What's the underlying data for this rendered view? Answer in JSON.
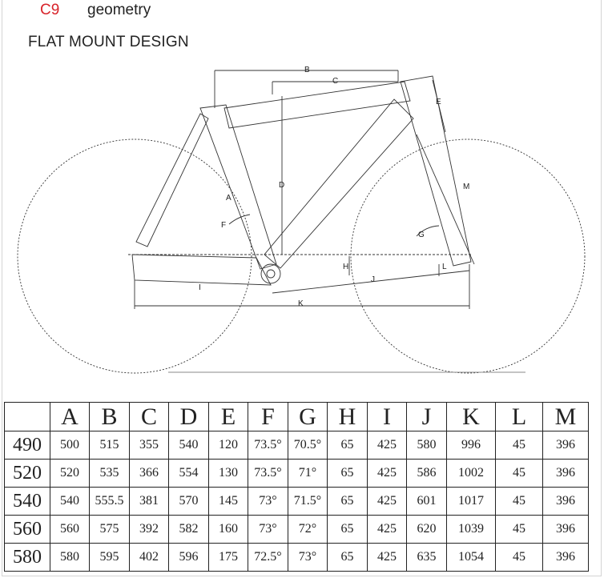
{
  "header": {
    "model": "C9",
    "title": "geometry",
    "subtitle": "FLAT MOUNT DESIGN"
  },
  "diagram": {
    "labels": [
      "A",
      "B",
      "C",
      "D",
      "E",
      "F",
      "G",
      "H",
      "I",
      "J",
      "K",
      "L",
      "M"
    ]
  },
  "table": {
    "columns": [
      "",
      "A",
      "B",
      "C",
      "D",
      "E",
      "F",
      "G",
      "H",
      "I",
      "J",
      "K",
      "L",
      "M"
    ],
    "rows": [
      [
        "490",
        "500",
        "515",
        "355",
        "540",
        "120",
        "73.5°",
        "70.5°",
        "65",
        "425",
        "580",
        "996",
        "45",
        "396"
      ],
      [
        "520",
        "520",
        "535",
        "366",
        "554",
        "130",
        "73.5°",
        "71°",
        "65",
        "425",
        "586",
        "1002",
        "45",
        "396"
      ],
      [
        "540",
        "540",
        "555.5",
        "381",
        "570",
        "145",
        "73°",
        "71.5°",
        "65",
        "425",
        "601",
        "1017",
        "45",
        "396"
      ],
      [
        "560",
        "560",
        "575",
        "392",
        "582",
        "160",
        "73°",
        "72°",
        "65",
        "425",
        "620",
        "1039",
        "45",
        "396"
      ],
      [
        "580",
        "580",
        "595",
        "402",
        "596",
        "175",
        "72.5°",
        "73°",
        "65",
        "425",
        "635",
        "1054",
        "45",
        "396"
      ]
    ]
  },
  "colors": {
    "model": "#d8232a",
    "ink": "#222222"
  }
}
